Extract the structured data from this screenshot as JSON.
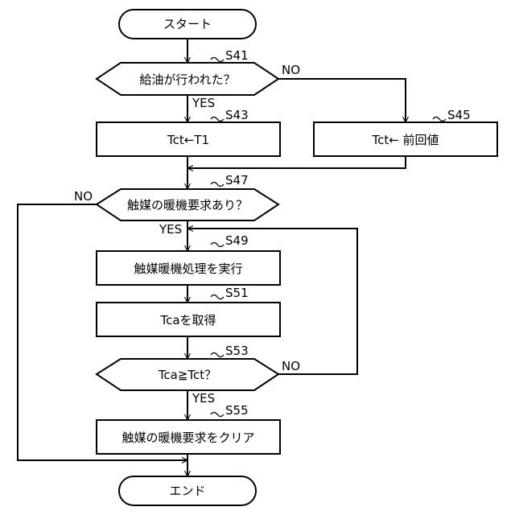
{
  "flowchart": {
    "start": "スタート",
    "end": "エンド",
    "steps": {
      "s41": {
        "id": "S41",
        "text": "給油が行われた？"
      },
      "s43": {
        "id": "S43",
        "text": "Tct←T1"
      },
      "s45": {
        "id": "S45",
        "text": "Tct← 前回値"
      },
      "s47": {
        "id": "S47",
        "text": "触媒の暖機要求あり？"
      },
      "s49": {
        "id": "S49",
        "text": "触媒暖機処理を実行"
      },
      "s51": {
        "id": "S51",
        "text": "Tcaを取得"
      },
      "s53": {
        "id": "S53",
        "text": "Tca≧Tct？"
      },
      "s55": {
        "id": "S55",
        "text": "触媒の暖機要求をクリア"
      }
    },
    "branches": {
      "yes": "YES",
      "no": "NO"
    }
  }
}
